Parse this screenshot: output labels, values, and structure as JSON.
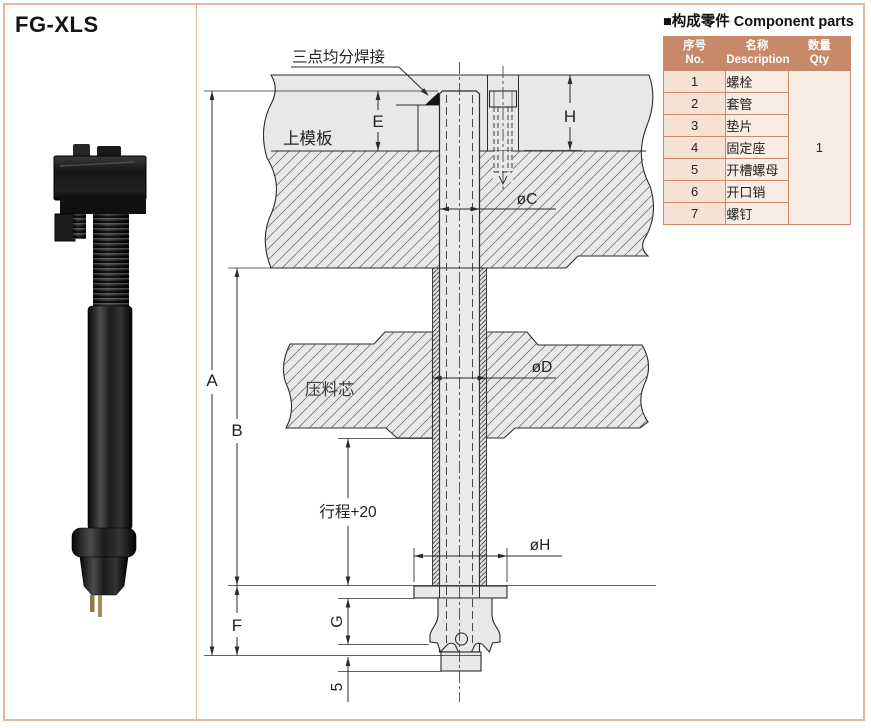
{
  "page": {
    "model": "FG-XLS"
  },
  "drawing": {
    "annotations": {
      "weld_note": "三点均分焊接",
      "upper_plate": "上模板",
      "pressure_core": "压料芯"
    },
    "dimensions": {
      "A": "A",
      "B": "B",
      "E": "E",
      "F": "F",
      "G": "G",
      "H": "H",
      "stroke_plus_20": "行程+20",
      "five": "5",
      "dia_c": "øC",
      "dia_d": "øD",
      "dia_h": "øH"
    }
  },
  "parts_table": {
    "title": "■构成零件 Component parts",
    "columns": {
      "no_zh": "序号",
      "no_en": "No.",
      "desc_zh": "名称",
      "desc_en": "Description",
      "qty_zh": "数量",
      "qty_en": "Qty"
    },
    "rows": [
      {
        "no": "1",
        "desc": "螺栓"
      },
      {
        "no": "2",
        "desc": "套管"
      },
      {
        "no": "3",
        "desc": "垫片"
      },
      {
        "no": "4",
        "desc": "固定座"
      },
      {
        "no": "5",
        "desc": "开槽螺母"
      },
      {
        "no": "6",
        "desc": "开口销"
      },
      {
        "no": "7",
        "desc": "螺钉"
      }
    ],
    "qty_merged": "1"
  },
  "colors": {
    "accent": "#c8886a",
    "row_no_bg": "#f5e2d4",
    "row_bg": "#f9ece2",
    "page_border": "#e5b89b",
    "line": "#2b2b2b",
    "plate_fill": "#e8e8ea"
  }
}
